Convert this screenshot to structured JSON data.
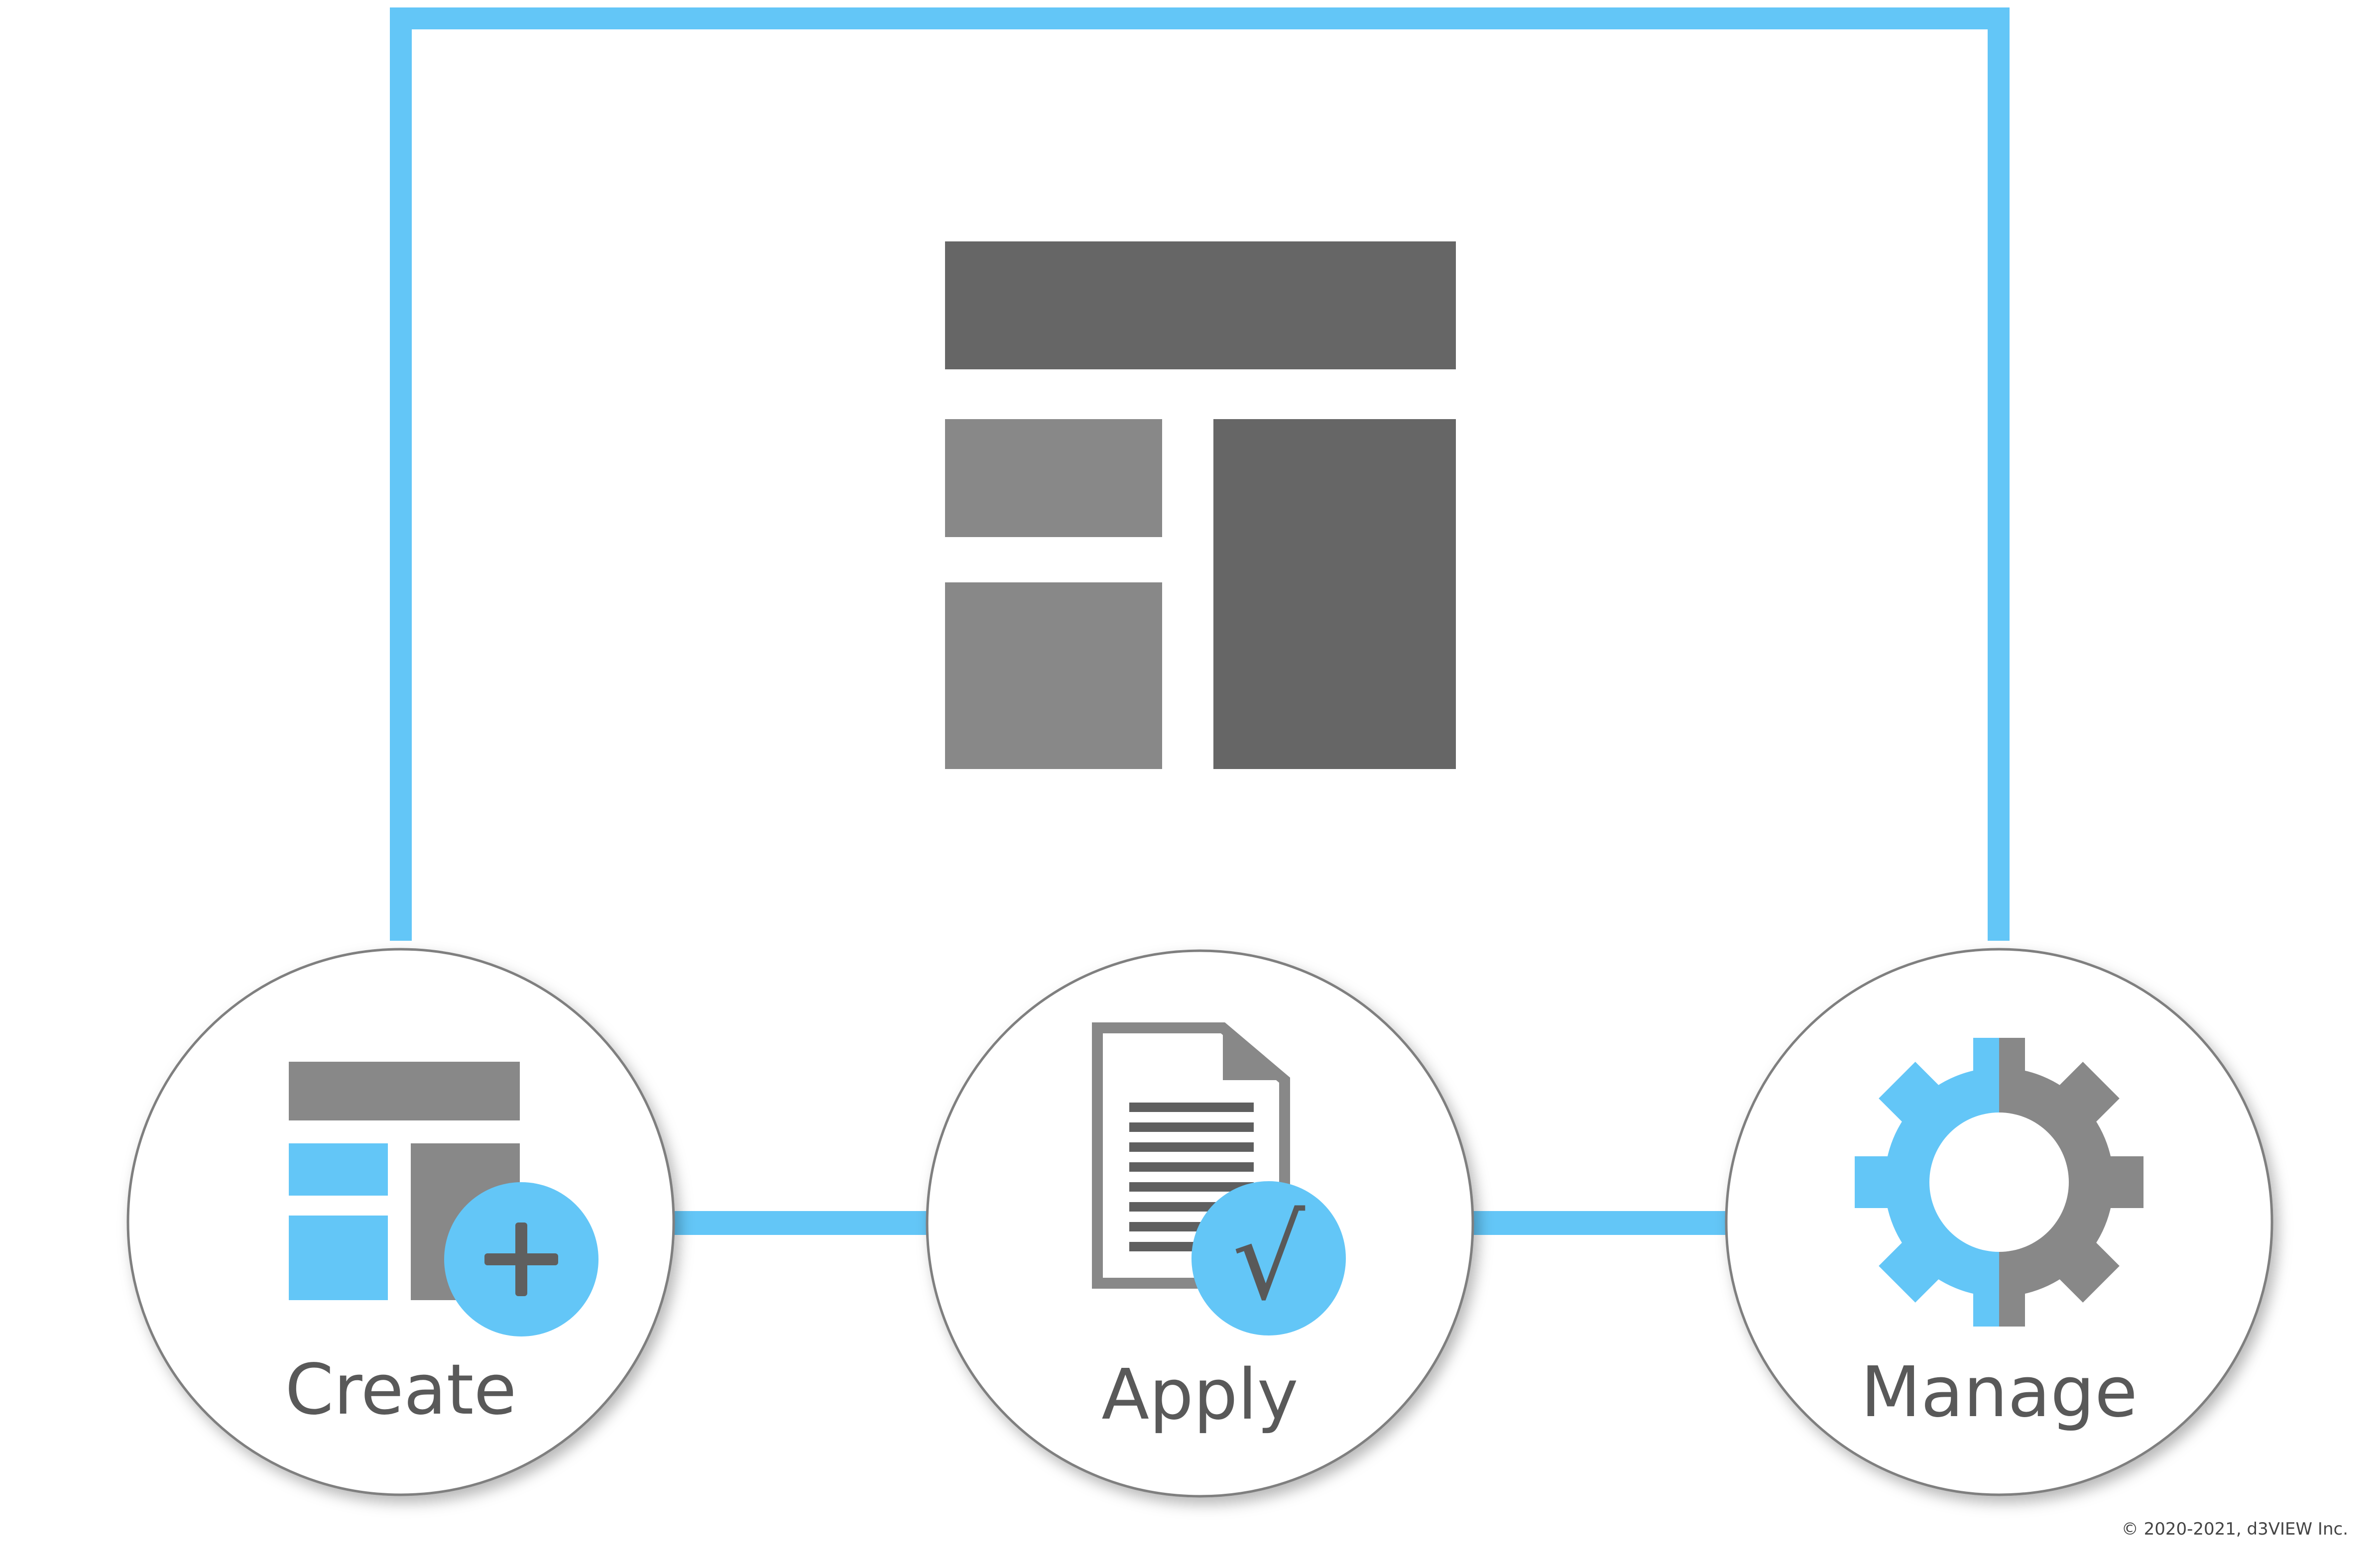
{
  "steps": [
    {
      "id": "create",
      "label": "Create",
      "icon": "layout-add-icon"
    },
    {
      "id": "apply",
      "label": "Apply",
      "icon": "document-check-icon"
    },
    {
      "id": "manage",
      "label": "Manage",
      "icon": "gear-icon"
    }
  ],
  "central_icon": "layout-template-icon",
  "badges": {
    "apply_symbol": "√"
  },
  "footer": {
    "copyright": "© 2020-2021, d3VIEW Inc."
  },
  "colors": {
    "accent": "#63C6F7",
    "dark_gray": "#666666",
    "mid_gray": "#888888",
    "circle_stroke": "#7f7f7f",
    "label_gray": "#595959"
  }
}
